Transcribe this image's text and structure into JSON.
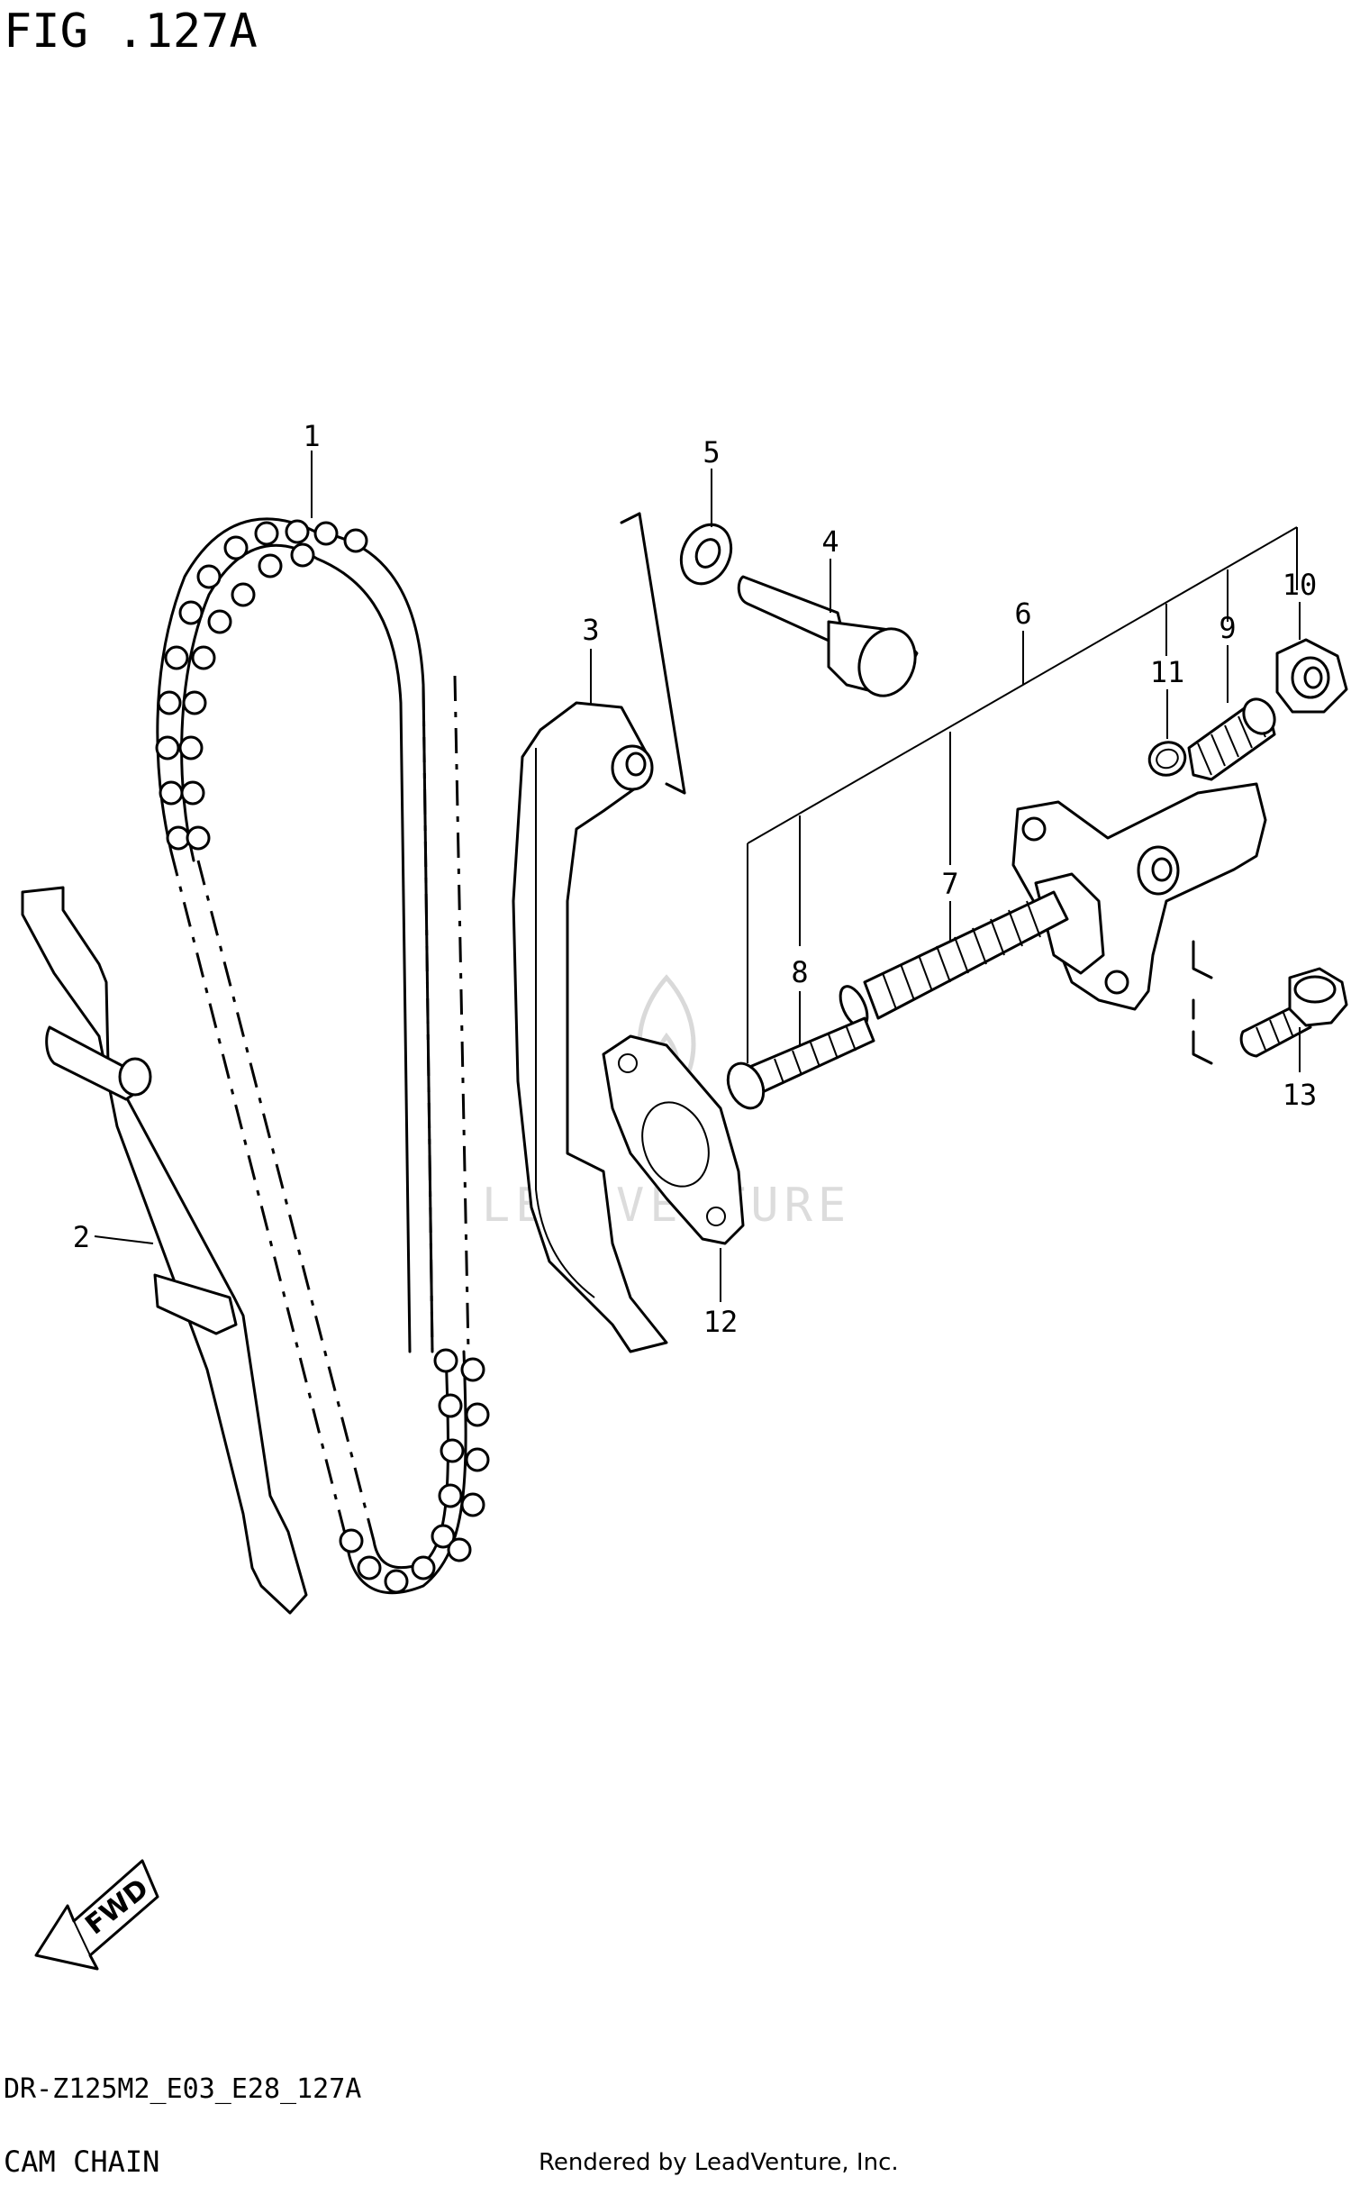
{
  "figure_title": "FIG .127A",
  "model_code": "DR-Z125M2_E03_E28_127A",
  "section_title": "CAM CHAIN",
  "credit": "Rendered by LeadVenture, Inc.",
  "watermark": "LEADVENTURE",
  "fwd_label": "FWD",
  "callouts": [
    {
      "id": "1",
      "label": "1"
    },
    {
      "id": "2",
      "label": "2"
    },
    {
      "id": "3",
      "label": "3"
    },
    {
      "id": "4",
      "label": "4"
    },
    {
      "id": "5",
      "label": "5"
    },
    {
      "id": "6",
      "label": "6"
    },
    {
      "id": "7",
      "label": "7"
    },
    {
      "id": "8",
      "label": "8"
    },
    {
      "id": "9",
      "label": "9"
    },
    {
      "id": "10",
      "label": "10"
    },
    {
      "id": "11",
      "label": "11"
    },
    {
      "id": "12",
      "label": "12"
    },
    {
      "id": "13",
      "label": "13"
    }
  ]
}
